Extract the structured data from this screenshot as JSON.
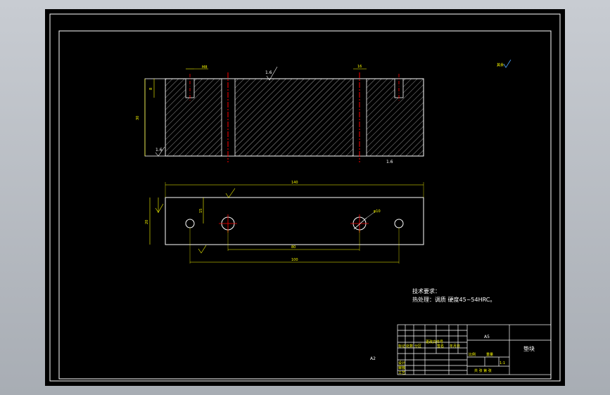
{
  "drawing": {
    "material_code": "A5",
    "part_name": "垫块",
    "sheet_size": "A2",
    "roughness_top": "1.6",
    "roughness_left": "1.6",
    "roughness_right": "1.6",
    "roughness_other": "其余",
    "tech_req_title": "技术要求：",
    "tech_req_line": "热处理：调质  硬度45~54HRC。",
    "dims": {
      "top_slot": "16",
      "top_width_left": "M8",
      "hole_span_inner": "80",
      "hole_span_outer": "100",
      "hole_dia": "φ10",
      "height": "30",
      "thickness": "20",
      "left_offset": "15",
      "length_total": "140",
      "depth": "8"
    },
    "title_block": {
      "row_labels": [
        "标记",
        "设计",
        "审核",
        "工艺"
      ],
      "col_labels": [
        "处数",
        "分区",
        "更改文件号",
        "签名",
        "年月日"
      ],
      "scale_label": "比例",
      "scale_value": "1:1",
      "weight_label": "重量",
      "sheet_label": "共 张  第 张"
    }
  }
}
